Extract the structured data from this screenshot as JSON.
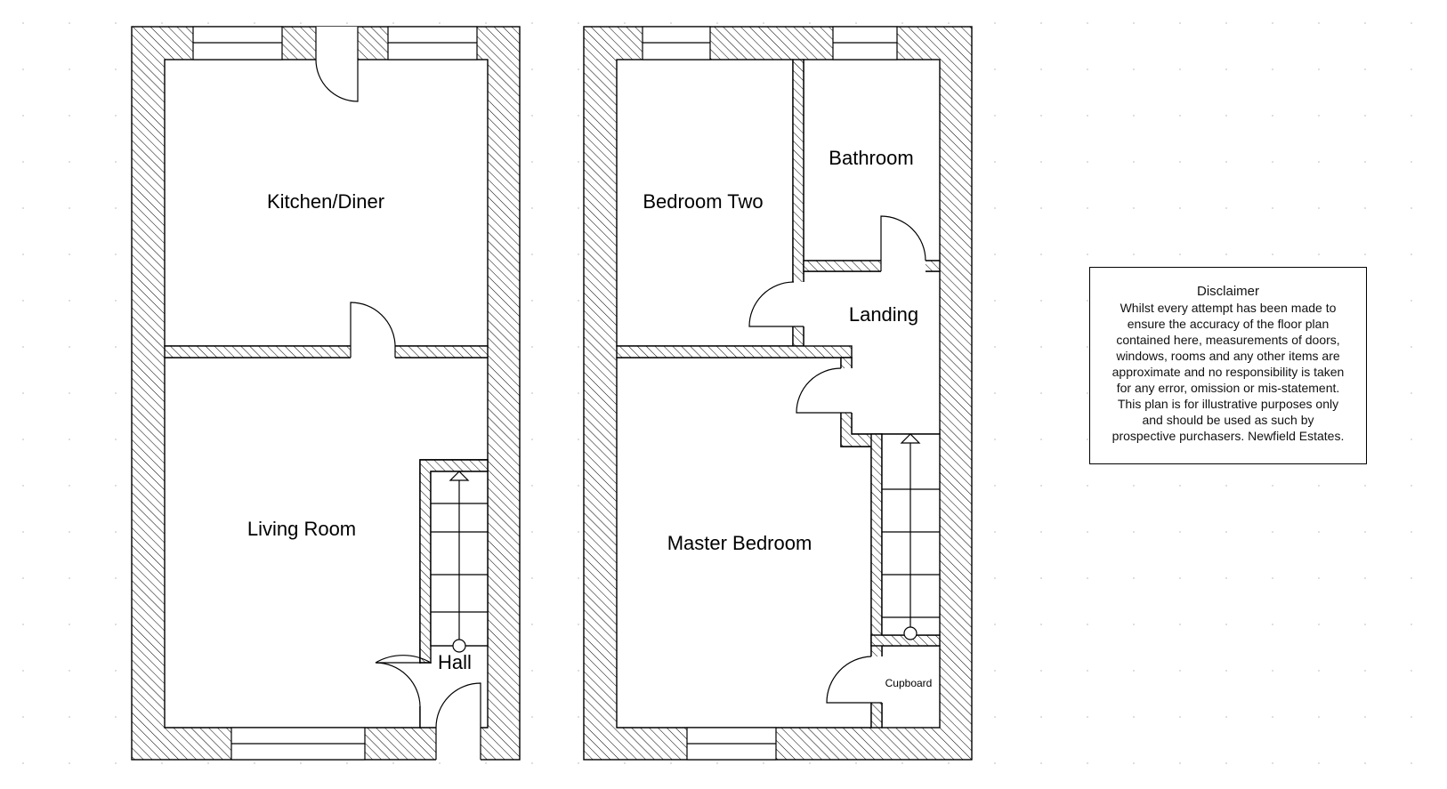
{
  "ground_floor": {
    "rooms": {
      "kitchen": "Kitchen/Diner",
      "living": "Living Room",
      "hall": "Hall"
    }
  },
  "first_floor": {
    "rooms": {
      "bedroom_two": "Bedroom Two",
      "bathroom": "Bathroom",
      "landing": "Landing",
      "master": "Master Bedroom",
      "cupboard": "Cupboard"
    }
  },
  "disclaimer": {
    "title": "Disclaimer",
    "lines": [
      "Whilst every attempt has been made to",
      "ensure the accuracy of the floor plan",
      "contained here, measurements of doors,",
      "windows, rooms and any other items are",
      "approximate and no responsibility is taken",
      "for any error, omission or mis-statement.",
      "This plan is for illustrative purposes only",
      "and should be used as such by",
      "prospective purchasers. Newfield Estates."
    ]
  }
}
